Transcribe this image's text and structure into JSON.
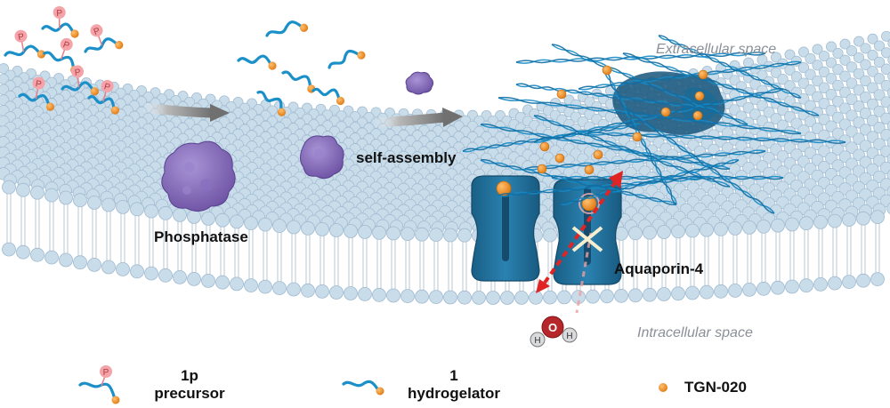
{
  "labels": {
    "extracellular": "Extracellular space",
    "intracellular": "Intracellular space",
    "self_assembly": "self-assembly",
    "phosphatase": "Phosphatase",
    "aquaporin": "Aquaporin-4"
  },
  "molecule": {
    "phosphate_letter": "P",
    "oxygen_letter": "O",
    "hydrogen_letter": "H"
  },
  "legend": {
    "precursor_line1": "1p",
    "precursor_line2": "precursor",
    "hydrogelator_line1": "1",
    "hydrogelator_line2": "hydrogelator",
    "drug": "TGN-020"
  },
  "colors": {
    "membrane_head": "#c9dcea",
    "membrane_head_stroke": "#9fb9cf",
    "peptide": "#1a8fc8",
    "orange_bead": "#f28c1e",
    "phosphate_pink": "#f4a3a8",
    "phosphatase_purple": "#7f63b0",
    "aquaporin_teal": "#1f6f99",
    "arrow_grey": "#8a8a8a",
    "water_red": "#c0262c",
    "flow_red": "#e02424"
  }
}
